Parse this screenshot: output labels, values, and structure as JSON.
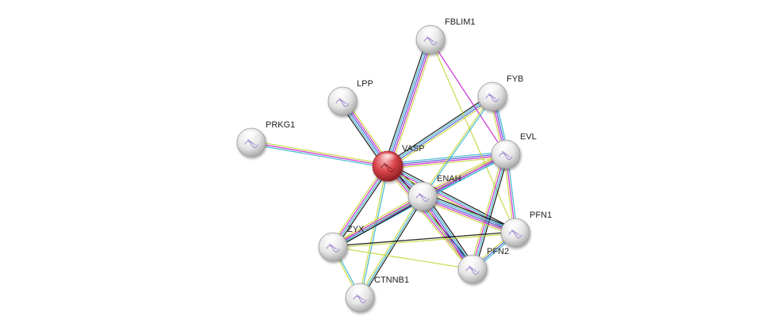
{
  "network": {
    "colors": {
      "coexpression": "#000000",
      "textmining": "#c7d43a",
      "experiments": "#c61dc8",
      "database": "#2eb2c9",
      "cooccurrence": "#3e4ed4",
      "node_default": "#dedede",
      "node_query": "#d9454b"
    },
    "nodes": [
      {
        "id": "VASP",
        "label": "VASP",
        "query": true
      },
      {
        "id": "FBLIM1",
        "label": "FBLIM1"
      },
      {
        "id": "LPP",
        "label": "LPP"
      },
      {
        "id": "PRKG1",
        "label": "PRKG1"
      },
      {
        "id": "FYB",
        "label": "FYB"
      },
      {
        "id": "EVL",
        "label": "EVL"
      },
      {
        "id": "ENAH",
        "label": "ENAH"
      },
      {
        "id": "PFN1",
        "label": "PFN1"
      },
      {
        "id": "PFN2",
        "label": "PFN2"
      },
      {
        "id": "ZYX",
        "label": "ZYX"
      },
      {
        "id": "CTNNB1",
        "label": "CTNNB1"
      }
    ],
    "edges": [
      {
        "a": "VASP",
        "b": "FBLIM1",
        "types": [
          "coexpression",
          "database",
          "cooccurrence",
          "experiments",
          "textmining"
        ]
      },
      {
        "a": "VASP",
        "b": "LPP",
        "types": [
          "coexpression",
          "database",
          "cooccurrence",
          "experiments",
          "textmining"
        ]
      },
      {
        "a": "VASP",
        "b": "PRKG1",
        "types": [
          "database",
          "experiments",
          "textmining"
        ]
      },
      {
        "a": "VASP",
        "b": "FYB",
        "types": [
          "coexpression",
          "database",
          "cooccurrence",
          "textmining"
        ]
      },
      {
        "a": "VASP",
        "b": "EVL",
        "types": [
          "database",
          "cooccurrence",
          "experiments",
          "textmining"
        ]
      },
      {
        "a": "VASP",
        "b": "ENAH",
        "types": [
          "coexpression",
          "database",
          "cooccurrence",
          "experiments",
          "textmining"
        ]
      },
      {
        "a": "VASP",
        "b": "PFN1",
        "types": [
          "coexpression",
          "database",
          "experiments",
          "textmining"
        ]
      },
      {
        "a": "VASP",
        "b": "PFN2",
        "types": [
          "coexpression",
          "database",
          "experiments",
          "textmining"
        ]
      },
      {
        "a": "VASP",
        "b": "ZYX",
        "types": [
          "coexpression",
          "database",
          "experiments",
          "textmining"
        ]
      },
      {
        "a": "VASP",
        "b": "CTNNB1",
        "types": [
          "database",
          "textmining"
        ]
      },
      {
        "a": "FBLIM1",
        "b": "EVL",
        "types": [
          "experiments"
        ]
      },
      {
        "a": "FBLIM1",
        "b": "PFN1",
        "types": [
          "textmining"
        ]
      },
      {
        "a": "FYB",
        "b": "ENAH",
        "types": [
          "database",
          "textmining"
        ]
      },
      {
        "a": "FYB",
        "b": "EVL",
        "types": [
          "database",
          "cooccurrence",
          "experiments",
          "textmining"
        ]
      },
      {
        "a": "EVL",
        "b": "ENAH",
        "types": [
          "database",
          "cooccurrence",
          "experiments",
          "textmining"
        ]
      },
      {
        "a": "EVL",
        "b": "PFN1",
        "types": [
          "database",
          "experiments",
          "textmining"
        ]
      },
      {
        "a": "EVL",
        "b": "PFN2",
        "types": [
          "coexpression",
          "database",
          "experiments",
          "textmining"
        ]
      },
      {
        "a": "EVL",
        "b": "ZYX",
        "types": [
          "database",
          "experiments",
          "textmining"
        ]
      },
      {
        "a": "ENAH",
        "b": "PFN1",
        "types": [
          "coexpression",
          "database",
          "cooccurrence",
          "experiments",
          "textmining"
        ]
      },
      {
        "a": "ENAH",
        "b": "PFN2",
        "types": [
          "coexpression",
          "database",
          "cooccurrence",
          "experiments",
          "textmining"
        ]
      },
      {
        "a": "ENAH",
        "b": "ZYX",
        "types": [
          "coexpression",
          "database",
          "experiments",
          "textmining"
        ]
      },
      {
        "a": "ENAH",
        "b": "CTNNB1",
        "types": [
          "coexpression",
          "database",
          "textmining"
        ]
      },
      {
        "a": "PFN1",
        "b": "PFN2",
        "types": [
          "database",
          "cooccurrence",
          "textmining"
        ]
      },
      {
        "a": "ZYX",
        "b": "PFN1",
        "types": [
          "coexpression",
          "textmining"
        ]
      },
      {
        "a": "ZYX",
        "b": "PFN2",
        "types": [
          "textmining"
        ]
      },
      {
        "a": "ZYX",
        "b": "CTNNB1",
        "types": [
          "database",
          "textmining"
        ]
      }
    ]
  }
}
